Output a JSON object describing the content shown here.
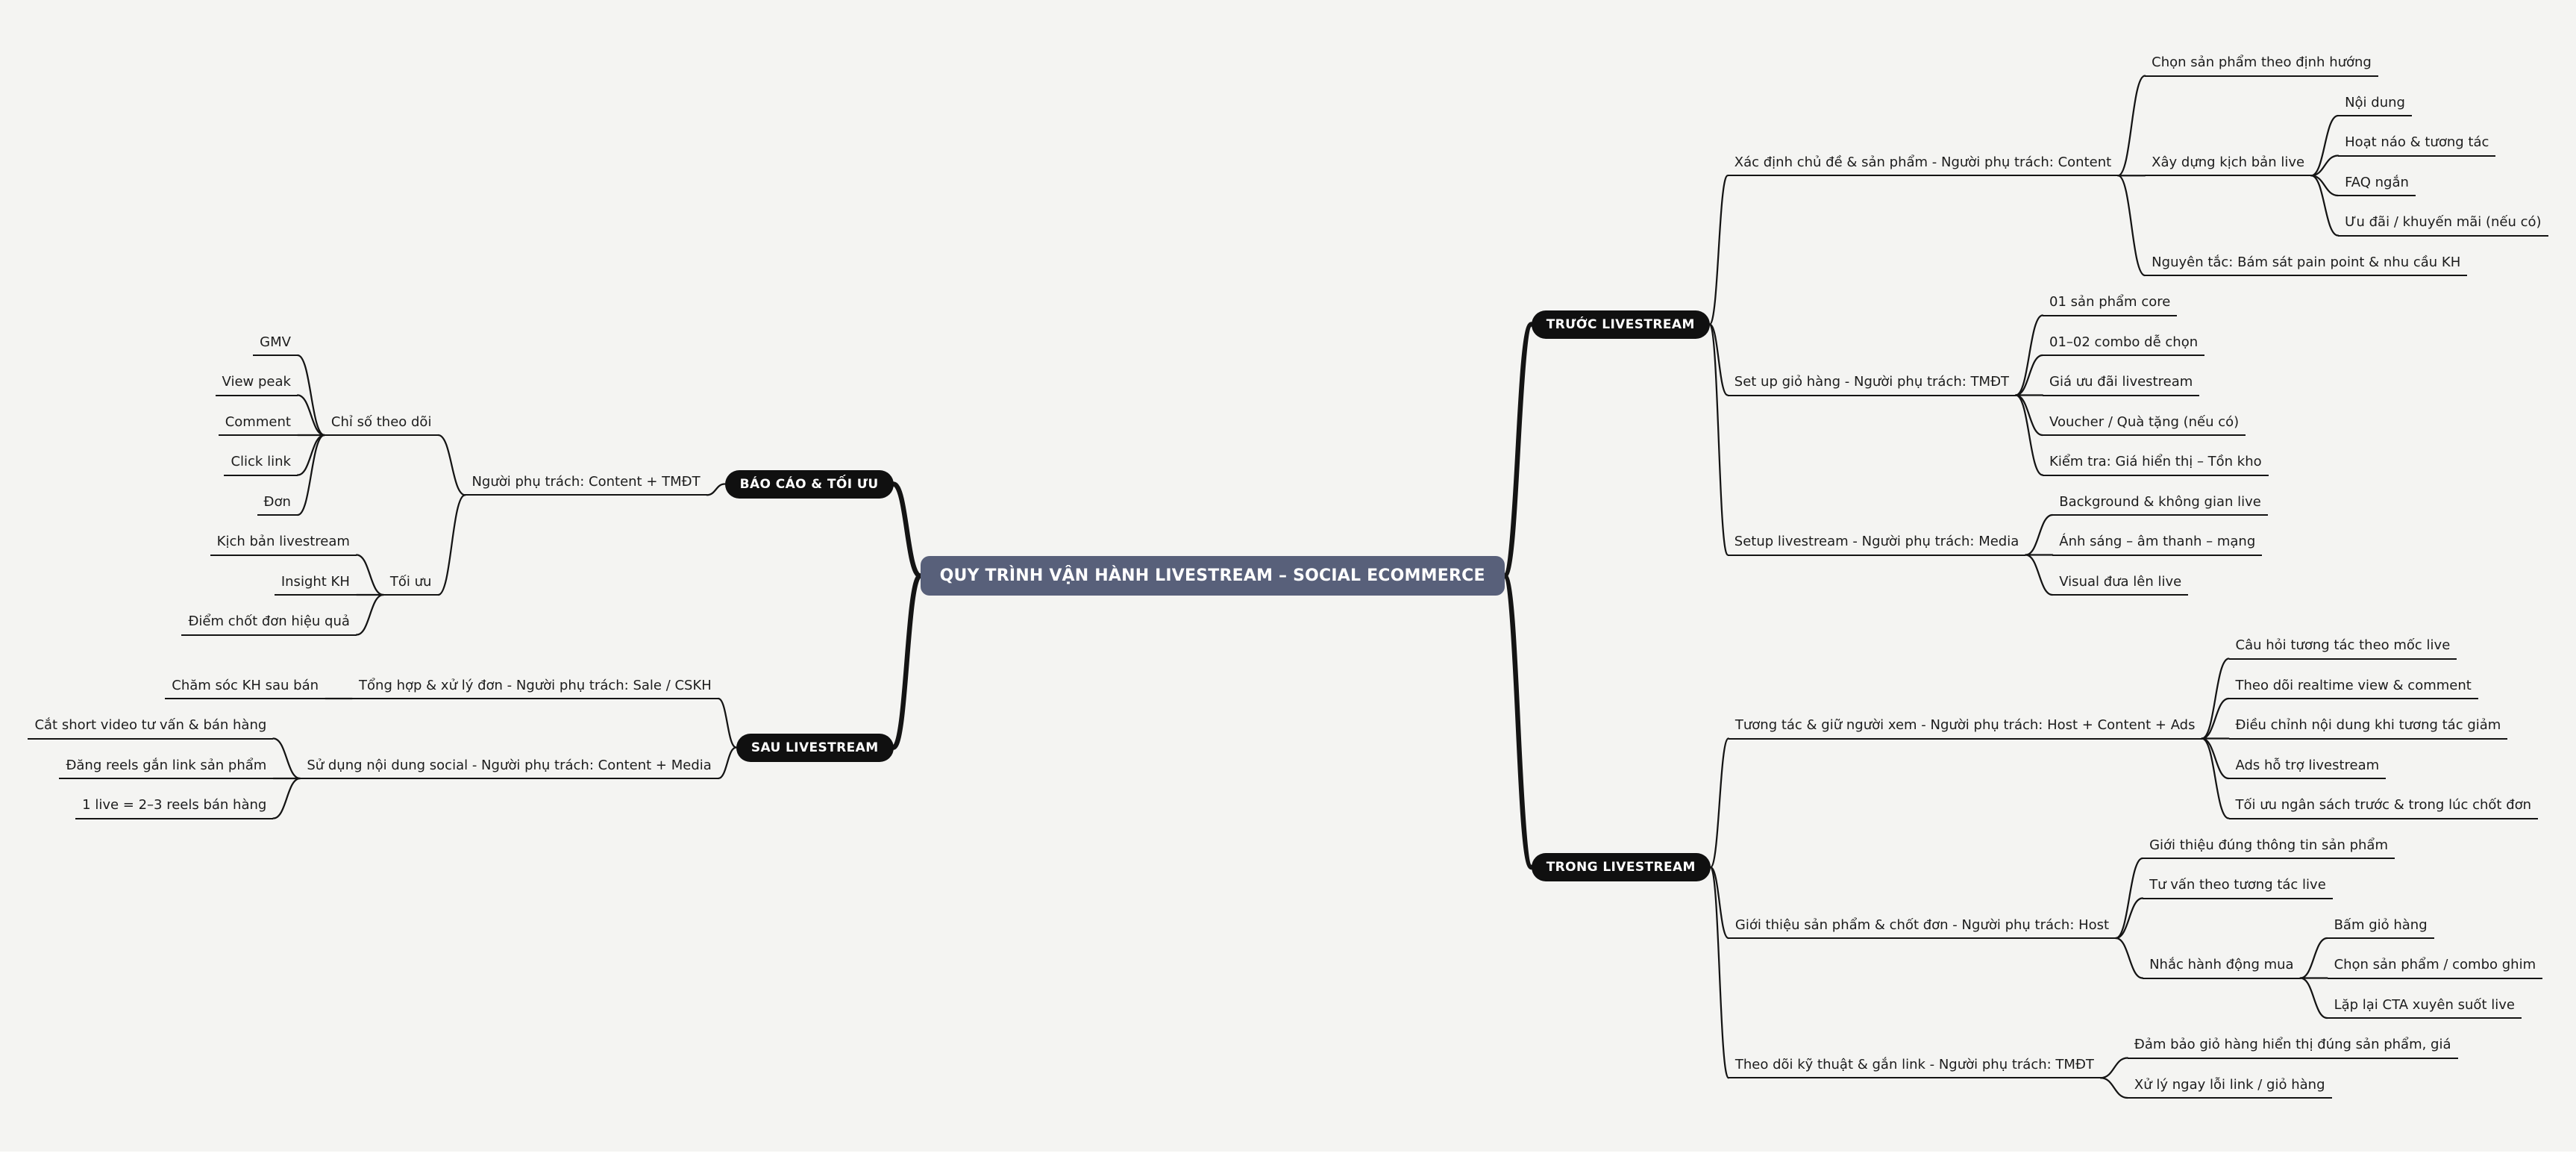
{
  "colors": {
    "background": "#f4f4f2",
    "root_bg": "#58607a",
    "root_text": "#ffffff",
    "branch_bg": "#101010",
    "branch_text": "#ffffff",
    "topic_text": "#1c1c1c",
    "line": "#141414",
    "bottom_strip": "#ffffff"
  },
  "root": {
    "label": "QUY TRÌNH VẬN HÀNH LIVESTREAM – SOCIAL ECOMMERCE"
  },
  "right": [
    {
      "label": "TRƯỚC LIVESTREAM",
      "children": [
        {
          "label": "Xác định chủ đề & sản phẩm - Người phụ trách: Content",
          "children": [
            {
              "label": "Chọn sản phẩm theo định hướng"
            },
            {
              "label": "Xây dựng kịch bản live",
              "children": [
                {
                  "label": "Nội dung"
                },
                {
                  "label": "Hoạt náo & tương tác"
                },
                {
                  "label": "FAQ ngắn"
                },
                {
                  "label": "Ưu đãi / khuyến mãi (nếu có)"
                }
              ]
            },
            {
              "label": "Nguyên tắc: Bám sát pain point & nhu cầu KH"
            }
          ]
        },
        {
          "label": "Set up giỏ hàng - Người phụ trách: TMĐT",
          "children": [
            {
              "label": "01 sản phẩm core"
            },
            {
              "label": "01–02 combo dễ chọn"
            },
            {
              "label": "Giá ưu đãi livestream"
            },
            {
              "label": "Voucher / Quà tặng (nếu có)"
            },
            {
              "label": "Kiểm tra: Giá hiển thị – Tồn kho"
            }
          ]
        },
        {
          "label": "Setup livestream - Người phụ trách: Media",
          "children": [
            {
              "label": "Background & không gian live"
            },
            {
              "label": "Ánh sáng – âm thanh – mạng"
            },
            {
              "label": "Visual đưa lên live"
            }
          ]
        }
      ]
    },
    {
      "label": "TRONG LIVESTREAM",
      "children": [
        {
          "label": "Tương tác & giữ người xem - Người phụ trách: Host + Content + Ads",
          "children": [
            {
              "label": "Câu hỏi tương tác theo mốc live"
            },
            {
              "label": "Theo dõi realtime view & comment"
            },
            {
              "label": "Điều chỉnh nội dung khi tương tác giảm"
            },
            {
              "label": "Ads hỗ trợ livestream"
            },
            {
              "label": "Tối ưu ngân sách trước & trong lúc chốt đơn"
            }
          ]
        },
        {
          "label": "Giới thiệu sản phẩm & chốt đơn - Người phụ trách: Host",
          "children": [
            {
              "label": "Giới thiệu đúng thông tin sản phẩm"
            },
            {
              "label": "Tư vấn theo tương tác live"
            },
            {
              "label": "Nhắc hành động mua",
              "children": [
                {
                  "label": "Bấm giỏ hàng"
                },
                {
                  "label": "Chọn sản phẩm / combo ghim"
                },
                {
                  "label": "Lặp lại CTA xuyên suốt live"
                }
              ]
            }
          ]
        },
        {
          "label": "Theo dõi kỹ thuật & gắn link - Người phụ trách: TMĐT",
          "children": [
            {
              "label": "Đảm bảo giỏ hàng hiển thị đúng sản phẩm, giá"
            },
            {
              "label": "Xử lý ngay lỗi link / giỏ hàng"
            }
          ]
        }
      ]
    }
  ],
  "left": [
    {
      "label": "BÁO CÁO & TỐI ƯU",
      "children": [
        {
          "label": "Người phụ trách: Content + TMĐT",
          "children": [
            {
              "label": "Chỉ số theo dõi",
              "children": [
                {
                  "label": "GMV"
                },
                {
                  "label": "View peak"
                },
                {
                  "label": "Comment"
                },
                {
                  "label": "Click link"
                },
                {
                  "label": "Đơn"
                }
              ]
            },
            {
              "label": "Tối ưu",
              "children": [
                {
                  "label": "Kịch bản livestream"
                },
                {
                  "label": "Insight KH"
                },
                {
                  "label": "Điểm chốt đơn hiệu quả"
                }
              ]
            }
          ]
        }
      ]
    },
    {
      "label": "SAU LIVESTREAM",
      "children": [
        {
          "label": "Tổng hợp & xử lý đơn - Người phụ trách: Sale / CSKH",
          "children": [
            {
              "label": "Chăm sóc KH sau bán"
            }
          ]
        },
        {
          "label": "Sử dụng nội dung social - Người phụ trách: Content + Media",
          "children": [
            {
              "label": "Cắt short video tư vấn & bán hàng"
            },
            {
              "label": "Đăng reels gắn link sản phẩm"
            },
            {
              "label": "1 live = 2–3 reels bán hàng"
            }
          ]
        }
      ]
    }
  ]
}
